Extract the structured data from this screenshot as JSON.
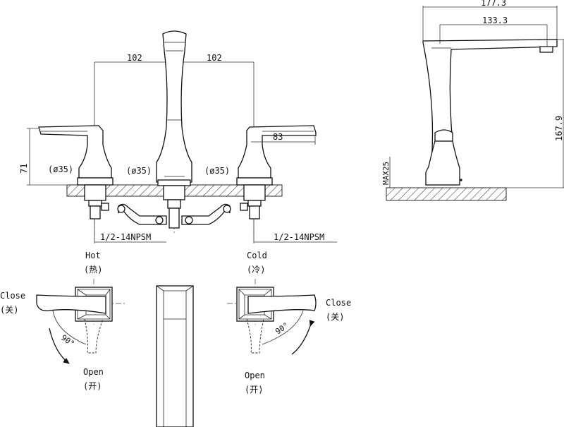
{
  "front_view": {
    "spacing_left": "102",
    "spacing_right": "102",
    "hole_left": "(ø35)",
    "hole_center": "(ø35)",
    "hole_right": "(ø35)",
    "handle_height": "71",
    "handle_reach": "83",
    "thread_left": "1/2-14NPSM",
    "thread_right": "1/2-14NPSM"
  },
  "side_view": {
    "overall_reach": "177.3",
    "spout_reach": "133.3",
    "height": "167.9",
    "deck_thickness": "MAX25"
  },
  "hot_handle": {
    "title": "Hot",
    "title_cn": "(热)",
    "close": "Close",
    "close_cn": "(关)",
    "open": "Open",
    "open_cn": "(开)",
    "angle": "90°"
  },
  "cold_handle": {
    "title": "Cold",
    "title_cn": "(冷)",
    "close": "Close",
    "close_cn": "(关)",
    "open": "Open",
    "open_cn": "(开)",
    "angle": "90°"
  }
}
